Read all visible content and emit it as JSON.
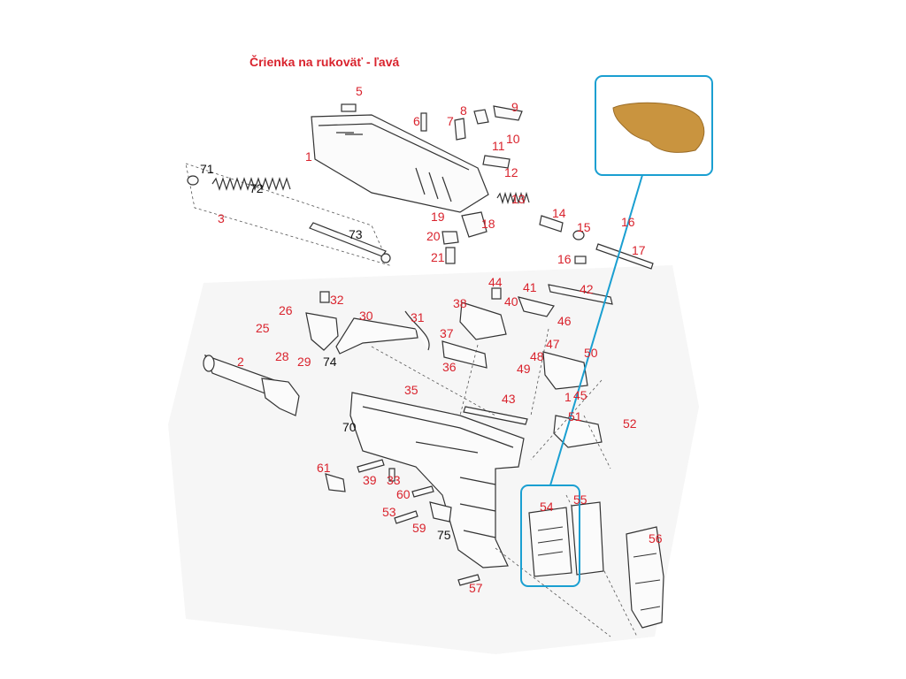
{
  "title": "Črienka na rukoväť - ľavá",
  "colors": {
    "title": "#d9232d",
    "label_red": "#d9232d",
    "label_black": "#111111",
    "highlight": "#1a9fd1",
    "grip_fill": "#c9943f"
  },
  "labels": [
    {
      "text": "5",
      "color": "red"
    },
    {
      "text": "1",
      "color": "red"
    },
    {
      "text": "6",
      "color": "red"
    },
    {
      "text": "7",
      "color": "red"
    },
    {
      "text": "8",
      "color": "red"
    },
    {
      "text": "9",
      "color": "red"
    },
    {
      "text": "10",
      "color": "red"
    },
    {
      "text": "11",
      "color": "red"
    },
    {
      "text": "12",
      "color": "red"
    },
    {
      "text": "71",
      "color": "black"
    },
    {
      "text": "72",
      "color": "black"
    },
    {
      "text": "3",
      "color": "red"
    },
    {
      "text": "73",
      "color": "black"
    },
    {
      "text": "13",
      "color": "red"
    },
    {
      "text": "14",
      "color": "red"
    },
    {
      "text": "15",
      "color": "red"
    },
    {
      "text": "16",
      "color": "red"
    },
    {
      "text": "17",
      "color": "red"
    },
    {
      "text": "16",
      "color": "red"
    },
    {
      "text": "19",
      "color": "red"
    },
    {
      "text": "18",
      "color": "red"
    },
    {
      "text": "20",
      "color": "red"
    },
    {
      "text": "21",
      "color": "red"
    },
    {
      "text": "44",
      "color": "red"
    },
    {
      "text": "41",
      "color": "red"
    },
    {
      "text": "42",
      "color": "red"
    },
    {
      "text": "40",
      "color": "red"
    },
    {
      "text": "32",
      "color": "red"
    },
    {
      "text": "26",
      "color": "red"
    },
    {
      "text": "30",
      "color": "red"
    },
    {
      "text": "31",
      "color": "red"
    },
    {
      "text": "38",
      "color": "red"
    },
    {
      "text": "46",
      "color": "red"
    },
    {
      "text": "25",
      "color": "red"
    },
    {
      "text": "37",
      "color": "red"
    },
    {
      "text": "47",
      "color": "red"
    },
    {
      "text": "50",
      "color": "red"
    },
    {
      "text": "28",
      "color": "red"
    },
    {
      "text": "29",
      "color": "red"
    },
    {
      "text": "74",
      "color": "black"
    },
    {
      "text": "2",
      "color": "red"
    },
    {
      "text": "36",
      "color": "red"
    },
    {
      "text": "48",
      "color": "red"
    },
    {
      "text": "49",
      "color": "red"
    },
    {
      "text": "35",
      "color": "red"
    },
    {
      "text": "43",
      "color": "red"
    },
    {
      "text": "45",
      "color": "red"
    },
    {
      "text": "1",
      "color": "red"
    },
    {
      "text": "51",
      "color": "red"
    },
    {
      "text": "52",
      "color": "red"
    },
    {
      "text": "70",
      "color": "black"
    },
    {
      "text": "61",
      "color": "red"
    },
    {
      "text": "39",
      "color": "red"
    },
    {
      "text": "33",
      "color": "red"
    },
    {
      "text": "60",
      "color": "red"
    },
    {
      "text": "54",
      "color": "red"
    },
    {
      "text": "55",
      "color": "red"
    },
    {
      "text": "56",
      "color": "red"
    },
    {
      "text": "53",
      "color": "red"
    },
    {
      "text": "59",
      "color": "red"
    },
    {
      "text": "75",
      "color": "black"
    },
    {
      "text": "57",
      "color": "red"
    }
  ]
}
